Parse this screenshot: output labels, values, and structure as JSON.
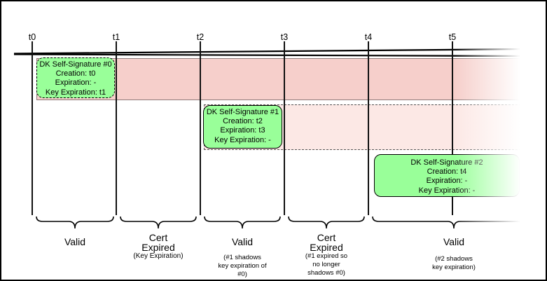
{
  "ticks": [
    {
      "label": "t0"
    },
    {
      "label": "t1"
    },
    {
      "label": "t2"
    },
    {
      "label": "t3"
    },
    {
      "label": "t4"
    },
    {
      "label": "t5"
    }
  ],
  "signatures": [
    {
      "title": "DK Self-Signature #0",
      "creation": "Creation: t0",
      "expiration": "Expiration: -",
      "key_expiration": "Key Expiration: t1"
    },
    {
      "title": "DK Self-Signature #1",
      "creation": "Creation: t2",
      "expiration": "Expiration: t3",
      "key_expiration": "Key Expiration: -"
    },
    {
      "title": "DK Self-Signature #2",
      "creation": "Creation: t4",
      "expiration": "Expiration: -",
      "key_expiration": "Key Expiration: -"
    }
  ],
  "periods": [
    {
      "label": "Valid",
      "note": ""
    },
    {
      "label": "Cert\nExpired",
      "note": "(Key Expiration)"
    },
    {
      "label": "Valid",
      "note": "(#1 shadows\nkey expiration of\n#0)"
    },
    {
      "label": "Cert\nExpired",
      "note": "(#1 expired so\nno longer\nshadows #0)"
    },
    {
      "label": "Valid",
      "note": "(#2 shadows\nkey expiration)"
    }
  ],
  "colors": {
    "band_strong": "#f6cfcb",
    "band_light": "#fce8e5",
    "box_green": "#99ff99"
  }
}
